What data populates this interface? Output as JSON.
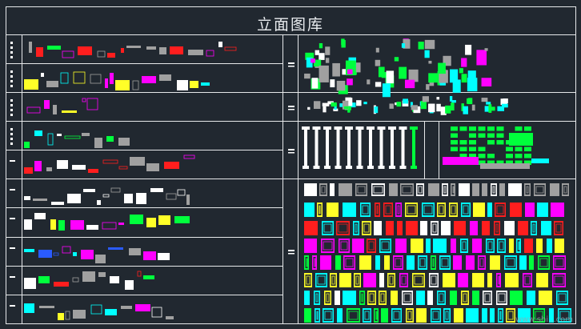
{
  "page": {
    "title": "立面图库",
    "watermark": "www.shi...com"
  },
  "colors": {
    "background": "#212830",
    "frame": "#e6e8ea",
    "white": "#ffffff",
    "green": "#00ff3c",
    "magenta": "#ff00ff",
    "red": "#ff1e1e",
    "yellow": "#ffff28",
    "cyan": "#00ffff",
    "blue": "#2a5bff",
    "gray": "#a0a0a0"
  },
  "left_panel": {
    "rows": [
      "row-sofa",
      "row-furniture",
      "row-kitchen",
      "row-plants",
      "row-cabinets",
      "row-tools",
      "row-people",
      "row-vehicles",
      "row-appliances",
      "row-misc"
    ]
  },
  "right_panel": {
    "sections": [
      "section-trees",
      "section-decor",
      "section-columns",
      "section-panels",
      "section-doors-windows"
    ]
  }
}
